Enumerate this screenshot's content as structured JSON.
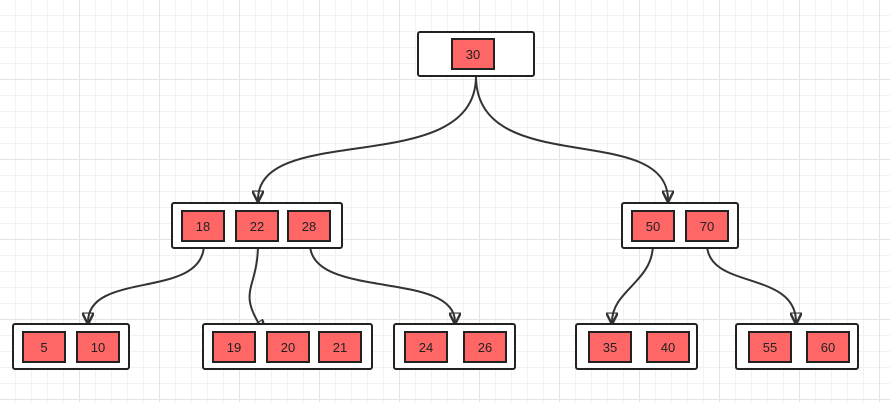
{
  "tree": {
    "root": {
      "keys": [
        "30"
      ]
    },
    "level1": [
      {
        "keys": [
          "18",
          "22",
          "28"
        ]
      },
      {
        "keys": [
          "50",
          "70"
        ]
      }
    ],
    "leaves": [
      {
        "keys": [
          "5",
          "10"
        ]
      },
      {
        "keys": [
          "19",
          "20",
          "21"
        ]
      },
      {
        "keys": [
          "24",
          "26"
        ]
      },
      {
        "keys": [
          "35",
          "40"
        ]
      },
      {
        "keys": [
          "55",
          "60"
        ]
      }
    ]
  },
  "colors": {
    "key_fill": "#ff6666",
    "stroke": "#222222",
    "grid": "#e4e4e4"
  }
}
